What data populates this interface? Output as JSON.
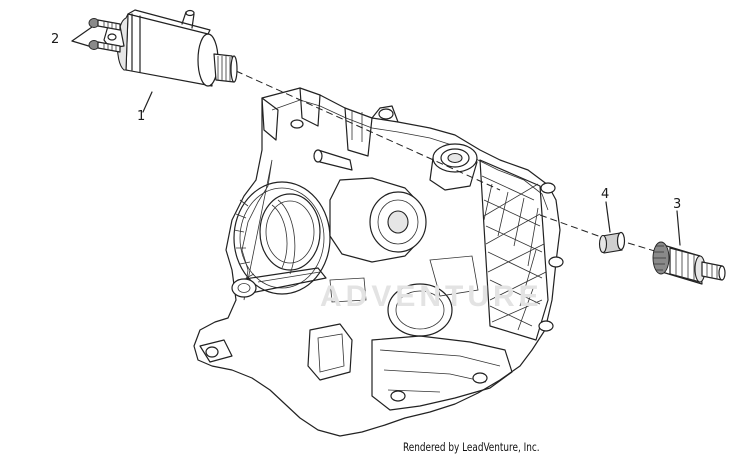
{
  "diagram": {
    "callouts": [
      {
        "id": "part-1",
        "label": "1"
      },
      {
        "id": "part-2",
        "label": "2"
      },
      {
        "id": "part-3",
        "label": "3"
      },
      {
        "id": "part-4",
        "label": "4"
      }
    ],
    "watermark": "ADVENTURE",
    "credit": "Rendered by LeadVenture, Inc."
  }
}
